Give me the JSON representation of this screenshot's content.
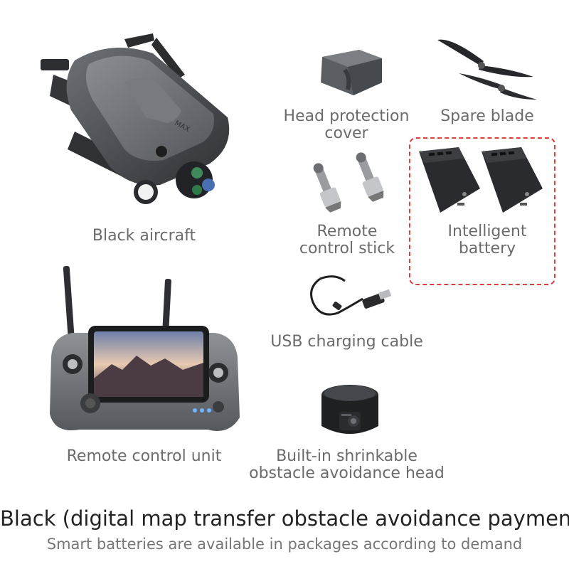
{
  "items": {
    "aircraft": {
      "label": "Black aircraft",
      "icon": "drone-icon"
    },
    "head_cover": {
      "label_line1": "Head protection",
      "label_line2": "cover",
      "icon": "cover-icon"
    },
    "blade": {
      "label": "Spare blade",
      "icon": "propeller-icon"
    },
    "stick": {
      "label_line1": "Remote",
      "label_line2": "control stick",
      "icon": "joystick-icon"
    },
    "battery": {
      "label_line1": "Intelligent",
      "label_line2": "battery",
      "icon": "battery-icon"
    },
    "cable": {
      "label": "USB charging cable",
      "icon": "usb-cable-icon"
    },
    "remote": {
      "label": "Remote control unit",
      "icon": "remote-controller-icon"
    },
    "head": {
      "label_line1": "Built-in shrinkable",
      "label_line2": "obstacle avoidance head",
      "icon": "sensor-head-icon"
    }
  },
  "footer": {
    "title": "Black (digital map transfer obstacle avoidance payment)",
    "subtitle": "Smart batteries are available in packages according to demand"
  },
  "colors": {
    "highlight": "#d9413f",
    "device": "#3a3c40"
  }
}
